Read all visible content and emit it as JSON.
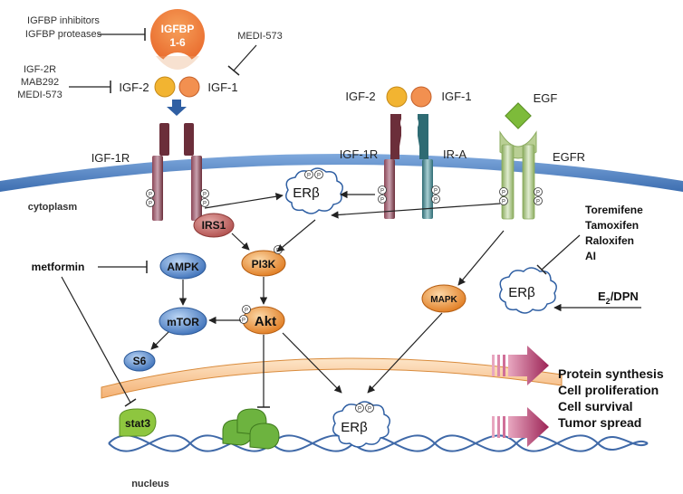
{
  "inhibitors_left": {
    "line1": "IGFBP inhibitors",
    "line2": "IGFBP proteases"
  },
  "igfbp": {
    "line1": "IGFBP",
    "line2": "1-6"
  },
  "medi_top": "MEDI-573",
  "left_inhib": {
    "line1": "IGF-2R",
    "line2": "MAB292",
    "line3": "MEDI-573"
  },
  "ligands": {
    "igf2": "IGF-2",
    "igf1": "IGF-1",
    "egf": "EGF"
  },
  "receptors": {
    "igf1r": "IGF-1R",
    "ira": "IR-A",
    "egfr": "EGFR"
  },
  "phospho": "P",
  "compartments": {
    "cytoplasm": "cytoplasm",
    "nucleus": "nucleus"
  },
  "nodes": {
    "erb": "ERβ",
    "irs1": "IRS1",
    "pi3k": "PI3K",
    "ampk": "AMPK",
    "mtor": "mTOR",
    "akt": "Akt",
    "s6": "S6",
    "mapk": "MAPK",
    "stat3": "stat3"
  },
  "drugs": {
    "metformin": "metformin",
    "serms": [
      "Toremifene",
      "Tamoxifen",
      "Raloxifen",
      "AI"
    ],
    "e2_main": "E",
    "e2_sub": "2",
    "e2_rest": "/DPN"
  },
  "outcomes": [
    "Protein synthesis",
    "Cell proliferation",
    "Cell survival",
    "Tumor spread"
  ],
  "colors": {
    "membrane": "#5b8dc9",
    "igf1r": "#6b2e3a",
    "ira": "#2e6b73",
    "egfr": "#9bbb6e",
    "igf2": "#f2b431",
    "igf1": "#f29050",
    "blue_node": "#4a7ec4",
    "orange_node": "#e8872c",
    "irs1": "#c0605e",
    "stat3": "#8ec63f",
    "outcome_arrow": "#a23060"
  }
}
